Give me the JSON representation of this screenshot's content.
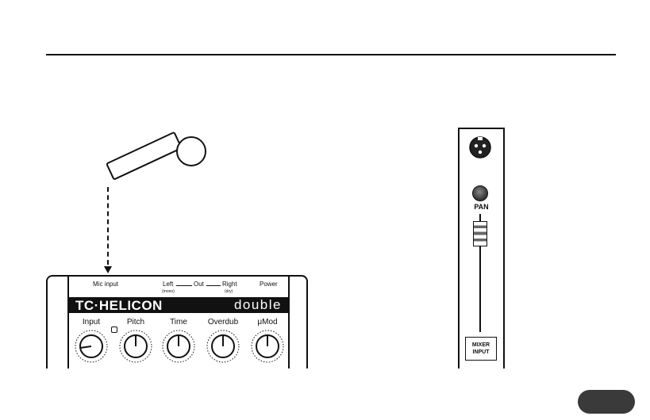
{
  "pedal": {
    "jacks": {
      "mic_input": "Mic input",
      "left": "Left",
      "left_sub": "(mono)",
      "out": "Out",
      "right": "Right",
      "right_sub": "(dry)",
      "power": "Power"
    },
    "brand": "TC·HELICON",
    "model": "double",
    "knobs": [
      "Input",
      "Pitch",
      "Time",
      "Overdub",
      "μMod"
    ]
  },
  "mixer": {
    "pan_label": "PAN",
    "input_label_line1": "MIXER",
    "input_label_line2": "INPUT"
  }
}
